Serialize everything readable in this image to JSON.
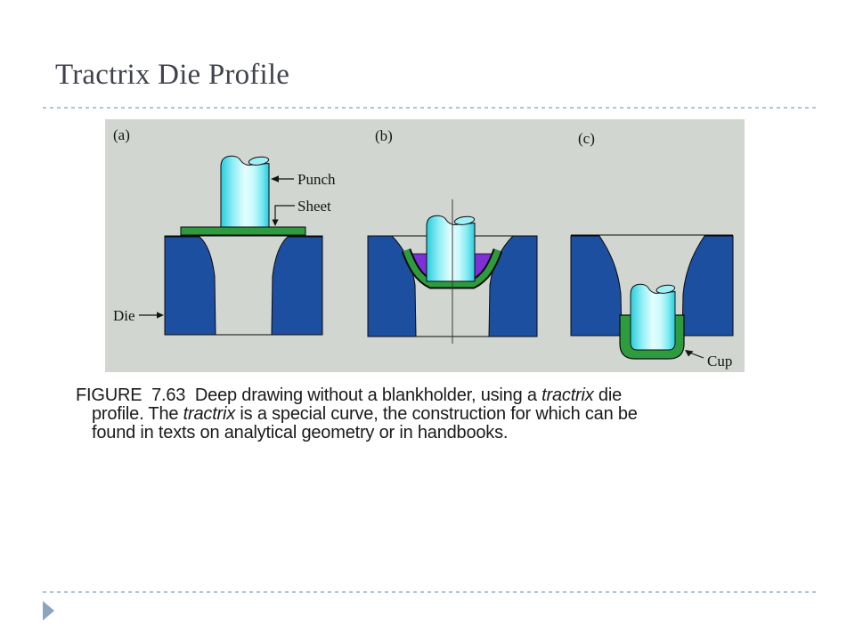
{
  "slide": {
    "title": "Tractrix Die Profile",
    "colors": {
      "title_text": "#40424d",
      "divider": "#aec6d8",
      "arrow": "#8ca4c0"
    }
  },
  "figure": {
    "panels": [
      {
        "label": "(a)"
      },
      {
        "label": "(b)"
      },
      {
        "label": "(c)"
      }
    ],
    "callouts": {
      "punch": "Punch",
      "sheet": "Sheet",
      "die": "Die",
      "cup": "Cup"
    },
    "colors": {
      "fig_bg": "#d2d6d1",
      "die_blue": "#1d4fa1",
      "sheet_green": "#2f9b3f",
      "purple": "#7e2fd6",
      "punch_edge": "#29cbdc",
      "punch_light": "#e4feff",
      "punch_top_face": "#9ff0f6",
      "outline": "#0a0a0a"
    }
  },
  "caption": {
    "lines": [
      {
        "segments": [
          {
            "text": "FIGURE  7.63  Deep drawing without a blankholder, using a ",
            "italic": false
          },
          {
            "text": "tractrix",
            "italic": true
          },
          {
            "text": " die",
            "italic": false
          }
        ]
      },
      {
        "segments": [
          {
            "text": "profile. The ",
            "italic": false
          },
          {
            "text": "tractrix",
            "italic": true
          },
          {
            "text": " is a special curve, the construction for which can be",
            "italic": false
          }
        ]
      },
      {
        "segments": [
          {
            "text": "found in texts on analytical geometry or in handbooks.",
            "italic": false
          }
        ]
      }
    ]
  }
}
